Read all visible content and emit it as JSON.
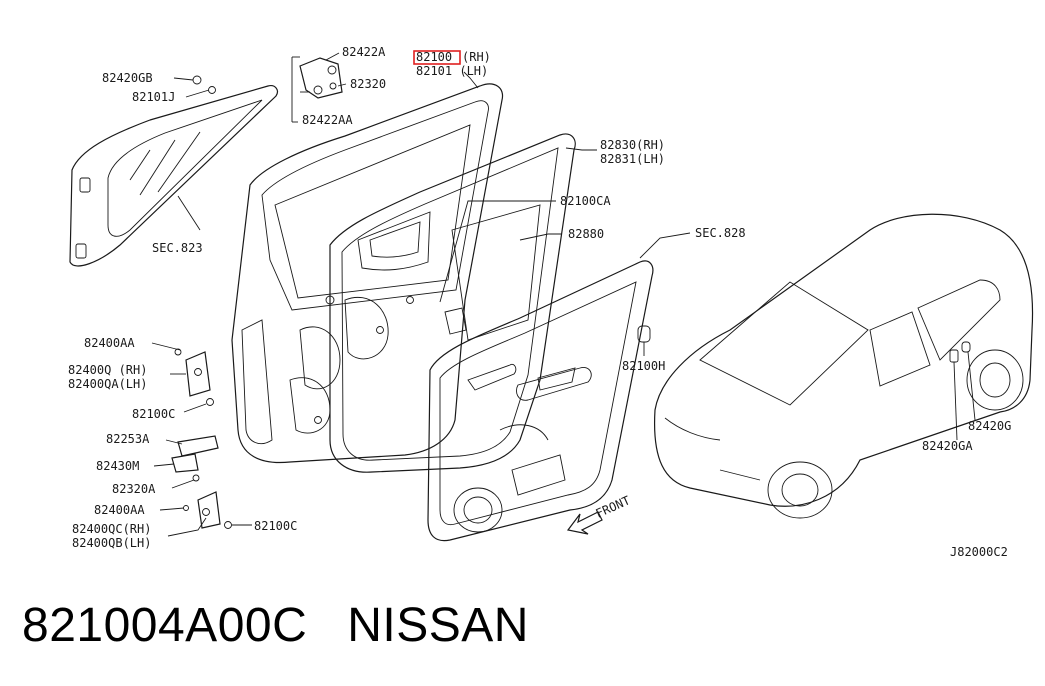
{
  "labels": {
    "l82422A": "82422A",
    "l82100RH": "82100",
    "lRH1": "(RH)",
    "l82101LH": "82101 (LH)",
    "l82420GB": "82420GB",
    "l82320": "82320",
    "l82101J": "82101J",
    "l82422AA": "82422AA",
    "l82830": "82830(RH)",
    "l82831": "82831(LH)",
    "lSEC823": "SEC.823",
    "l82100CA": "82100CA",
    "l82880": "82880",
    "lSEC828": "SEC.828",
    "l82400AA": "82400AA",
    "l82400Q": "82400Q (RH)",
    "l82400QA": "82400QA(LH)",
    "l82100H": "82100H",
    "l82100C_a": "82100C",
    "l82253A": "82253A",
    "l82430M": "82430M",
    "l82320A": "82320A",
    "l82400AA_b": "82400AA",
    "l82400QC": "82400QC(RH)",
    "l82400QB": "82400QB(LH)",
    "l82100C_b": "82100C",
    "l82420G": "82420G",
    "l82420GA": "82420GA",
    "lFRONT": "FRONT",
    "lRef": "J82000C2"
  },
  "highlight_color": "#e02020",
  "caption": {
    "part_number": "821004A00C",
    "brand": "NISSAN"
  }
}
